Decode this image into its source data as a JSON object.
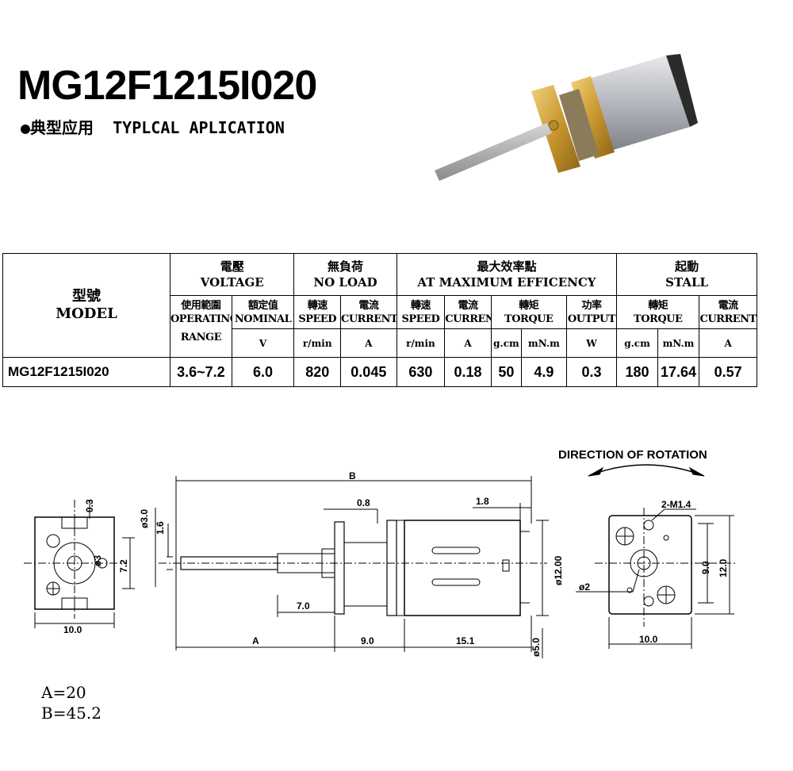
{
  "header": {
    "model_title": "MG12F1215I020",
    "application_label": "●典型应用  TYPLCAL APLICATION"
  },
  "table": {
    "model_head_cn": "型號",
    "model_head_en": "MODEL",
    "groups": [
      {
        "cn": "電壓",
        "en": "VOLTAGE"
      },
      {
        "cn": "無負荷",
        "en": "NO LOAD"
      },
      {
        "cn": "最大效率點",
        "en": "AT MAXIMUM EFFICENCY"
      },
      {
        "cn": "起動",
        "en": "STALL"
      }
    ],
    "sub": {
      "operating_cn": "使用範圍",
      "operating_en": "OPERATING",
      "range_en": "RANGE",
      "nominal_cn": "額定值",
      "nominal_en": "NOMINAL",
      "speed_cn": "轉速",
      "speed_en": "SPEED",
      "current_cn": "電流",
      "current_en": "CURRENT",
      "torque_cn": "轉矩",
      "torque_en": "TORQUE",
      "output_cn": "功率",
      "output_en": "OUTPUT"
    },
    "units": {
      "v": "V",
      "rmin": "r/min",
      "a": "A",
      "gcm": "g.cm",
      "mnm": "mN.m",
      "w": "W"
    },
    "row": {
      "model": "MG12F1215I020",
      "range": "3.6~7.2",
      "nominal": "6.0",
      "nl_speed": "820",
      "nl_current": "0.045",
      "me_speed": "630",
      "me_current": "0.18",
      "me_torque_gcm": "50",
      "me_torque_mnm": "4.9",
      "me_output": "0.3",
      "st_torque_gcm": "180",
      "st_torque_mnm": "17.64",
      "st_current": "0.57"
    }
  },
  "drawing": {
    "direction_label": "DIRECTION OF ROTATION",
    "dims": {
      "b": "B",
      "a": "A",
      "d0_3": "0.3",
      "d3_0": "ø3.0",
      "d1_6": "1.6",
      "d7_2": "7.2",
      "d10_0_left": "10.0",
      "d0_8": "0.8",
      "d1_8": "1.8",
      "d7_0": "7.0",
      "d9_0_bottom": "9.0",
      "d15_1": "15.1",
      "d12_00": "ø12.00",
      "d5_0": "ø5.0",
      "d2_m14": "2-M1.4",
      "d2": "ø2",
      "d9_0_right": "9.0",
      "d12_0": "12.0",
      "d10_0_right": "10.0",
      "shaft_d": "ø3"
    }
  },
  "notes": {
    "a": "A=20",
    "b": "B=45.2"
  }
}
